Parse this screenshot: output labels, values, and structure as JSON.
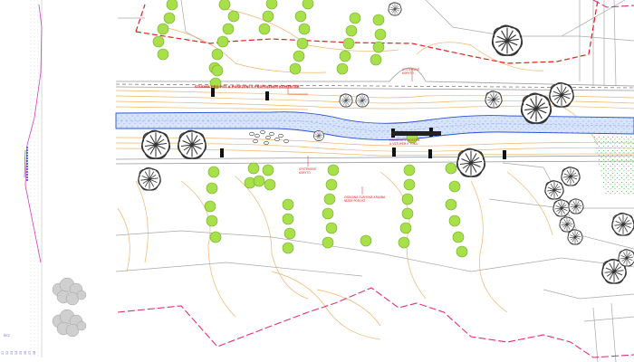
{
  "map": {
    "labels": {
      "stream_note": "STUDNA PRO PITÍ A POSEZENÍ S PROPOJENÍM KOMENTÁŘ",
      "upper_patch": "SYSTÉMOVÉ\nKORYTO",
      "bridge_note": "PROSTOR S MOSTEM\nA VSTUPEM K TOKU",
      "left_patch": "SYSTÉMOVÉ\nKORYTO",
      "meadow_note": "OSEKANÁ SVAHOVÁ KRAJINA\nNÍZKÝ POROST"
    },
    "side_strip": {
      "ticks": [
        "01",
        "02",
        "03",
        "04",
        "05",
        "06",
        "07",
        "08"
      ],
      "caption": "ŘEZ"
    },
    "colors": {
      "contour": "#f0b46a",
      "stream_fill": "#c7d9f5",
      "stream_edge": "#2a53d6",
      "boundary_red": "#e0201d",
      "boundary_magenta": "#e0307a",
      "parcel_line": "#a8a8a8",
      "tree_fill": "#a8e04a",
      "tree_dark": "#333333",
      "green_hatch": "#38b838"
    }
  }
}
